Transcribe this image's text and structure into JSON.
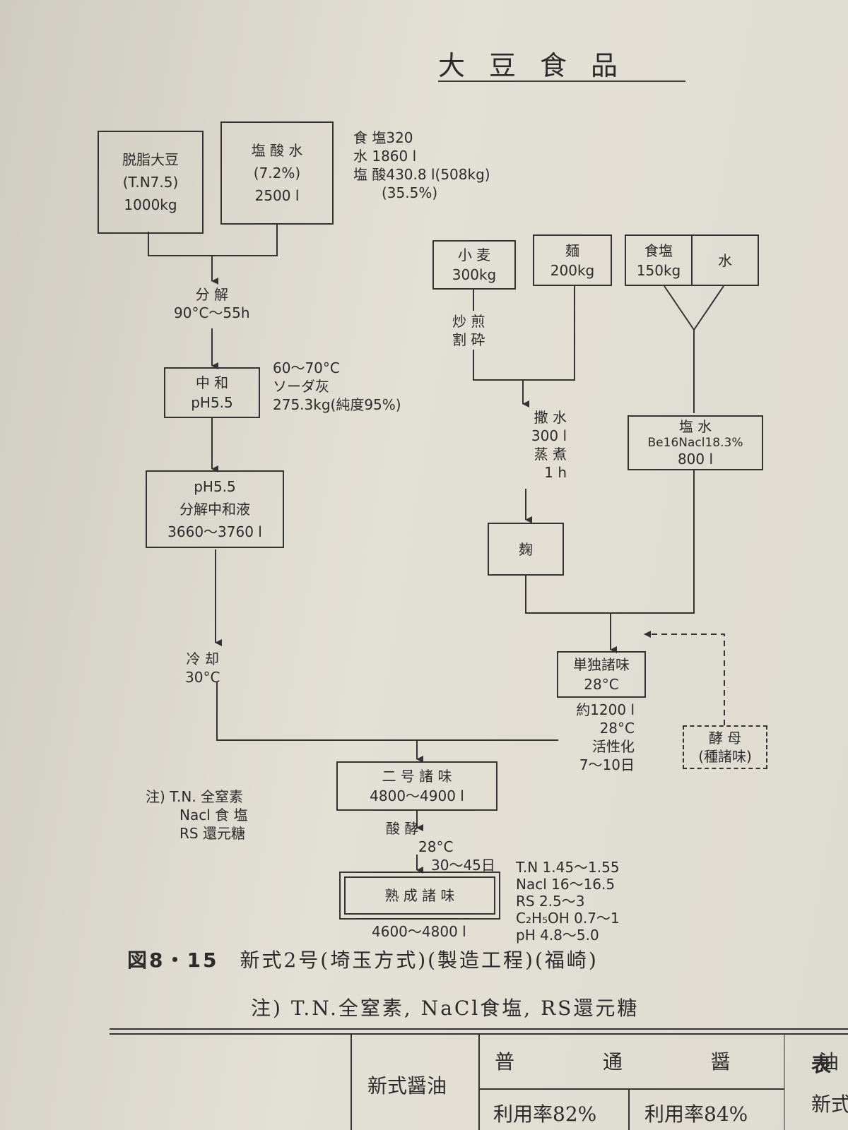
{
  "header": {
    "title": "大豆食品"
  },
  "diagram": {
    "boxes": {
      "soybean": [
        "脱脂大豆",
        "(T.N7.5)",
        "1000kg"
      ],
      "hcl": [
        "塩 酸 水",
        "(7.2%)",
        "2500 l"
      ],
      "wheat": [
        "小 麦",
        "300kg"
      ],
      "bran": [
        "麺",
        "200kg"
      ],
      "salt": [
        "食塩",
        "150kg"
      ],
      "water": "水",
      "neutral": [
        "中 和",
        "pH5.5"
      ],
      "liquid": [
        "pH5.5",
        "分解中和液",
        "3660～3760 l"
      ],
      "brine": [
        "塩 水",
        "Be16Nacl18.3%",
        "800 l"
      ],
      "koji": "麹",
      "single_moromi": [
        "単独諸味",
        "28°C"
      ],
      "yeast": [
        "酵 母",
        "(種諸味)"
      ],
      "second_moromi": [
        "二 号 諸 味",
        "4800～4900 l"
      ],
      "aged_moromi": "熟 成 諸 味"
    },
    "labels": {
      "top_ingredients": [
        "食 塩320",
        "水 1860 l",
        "塩 酸430.8 l(508kg)",
        "(35.5%)"
      ],
      "decompose": [
        "分 解",
        "90°C～55h"
      ],
      "neutral_note": [
        "60～70°C",
        "ソーダ灰",
        "275.3kg(純度95%)"
      ],
      "roast": [
        "炒 煎",
        "割 砕"
      ],
      "sprinkle": [
        "撒 水",
        "300 l",
        "蒸 煮",
        "1 h"
      ],
      "cool": [
        "冷 却",
        "30°C"
      ],
      "single_note": [
        "約1200 l",
        "28°C",
        "活性化",
        "7～10日"
      ],
      "ferment": [
        "酸 酵",
        "28°C",
        "30～45日"
      ],
      "aged_volume": "4600～4800 l",
      "aged_spec": [
        "T.N 1.45～1.55",
        "Nacl 16～16.5",
        "RS 2.5～3",
        "C₂H₅OH 0.7～1",
        "pH 4.8～5.0"
      ],
      "note": [
        "注) T.N. 全窒素",
        "Nacl 食 塩",
        "RS 還元糖"
      ]
    }
  },
  "caption": {
    "figure": "図8・15",
    "title": "新式2号(埼玉方式)(製造工程)(福崎)",
    "note": "注) T.N.全窒素, NaCl食塩, RS還元糖"
  },
  "table": {
    "row_header": "新式醤油",
    "group_header": "普 通 醤 油",
    "cells": [
      "利用率82%",
      "利用率84%"
    ],
    "right_edge": [
      "表",
      "新式"
    ]
  }
}
